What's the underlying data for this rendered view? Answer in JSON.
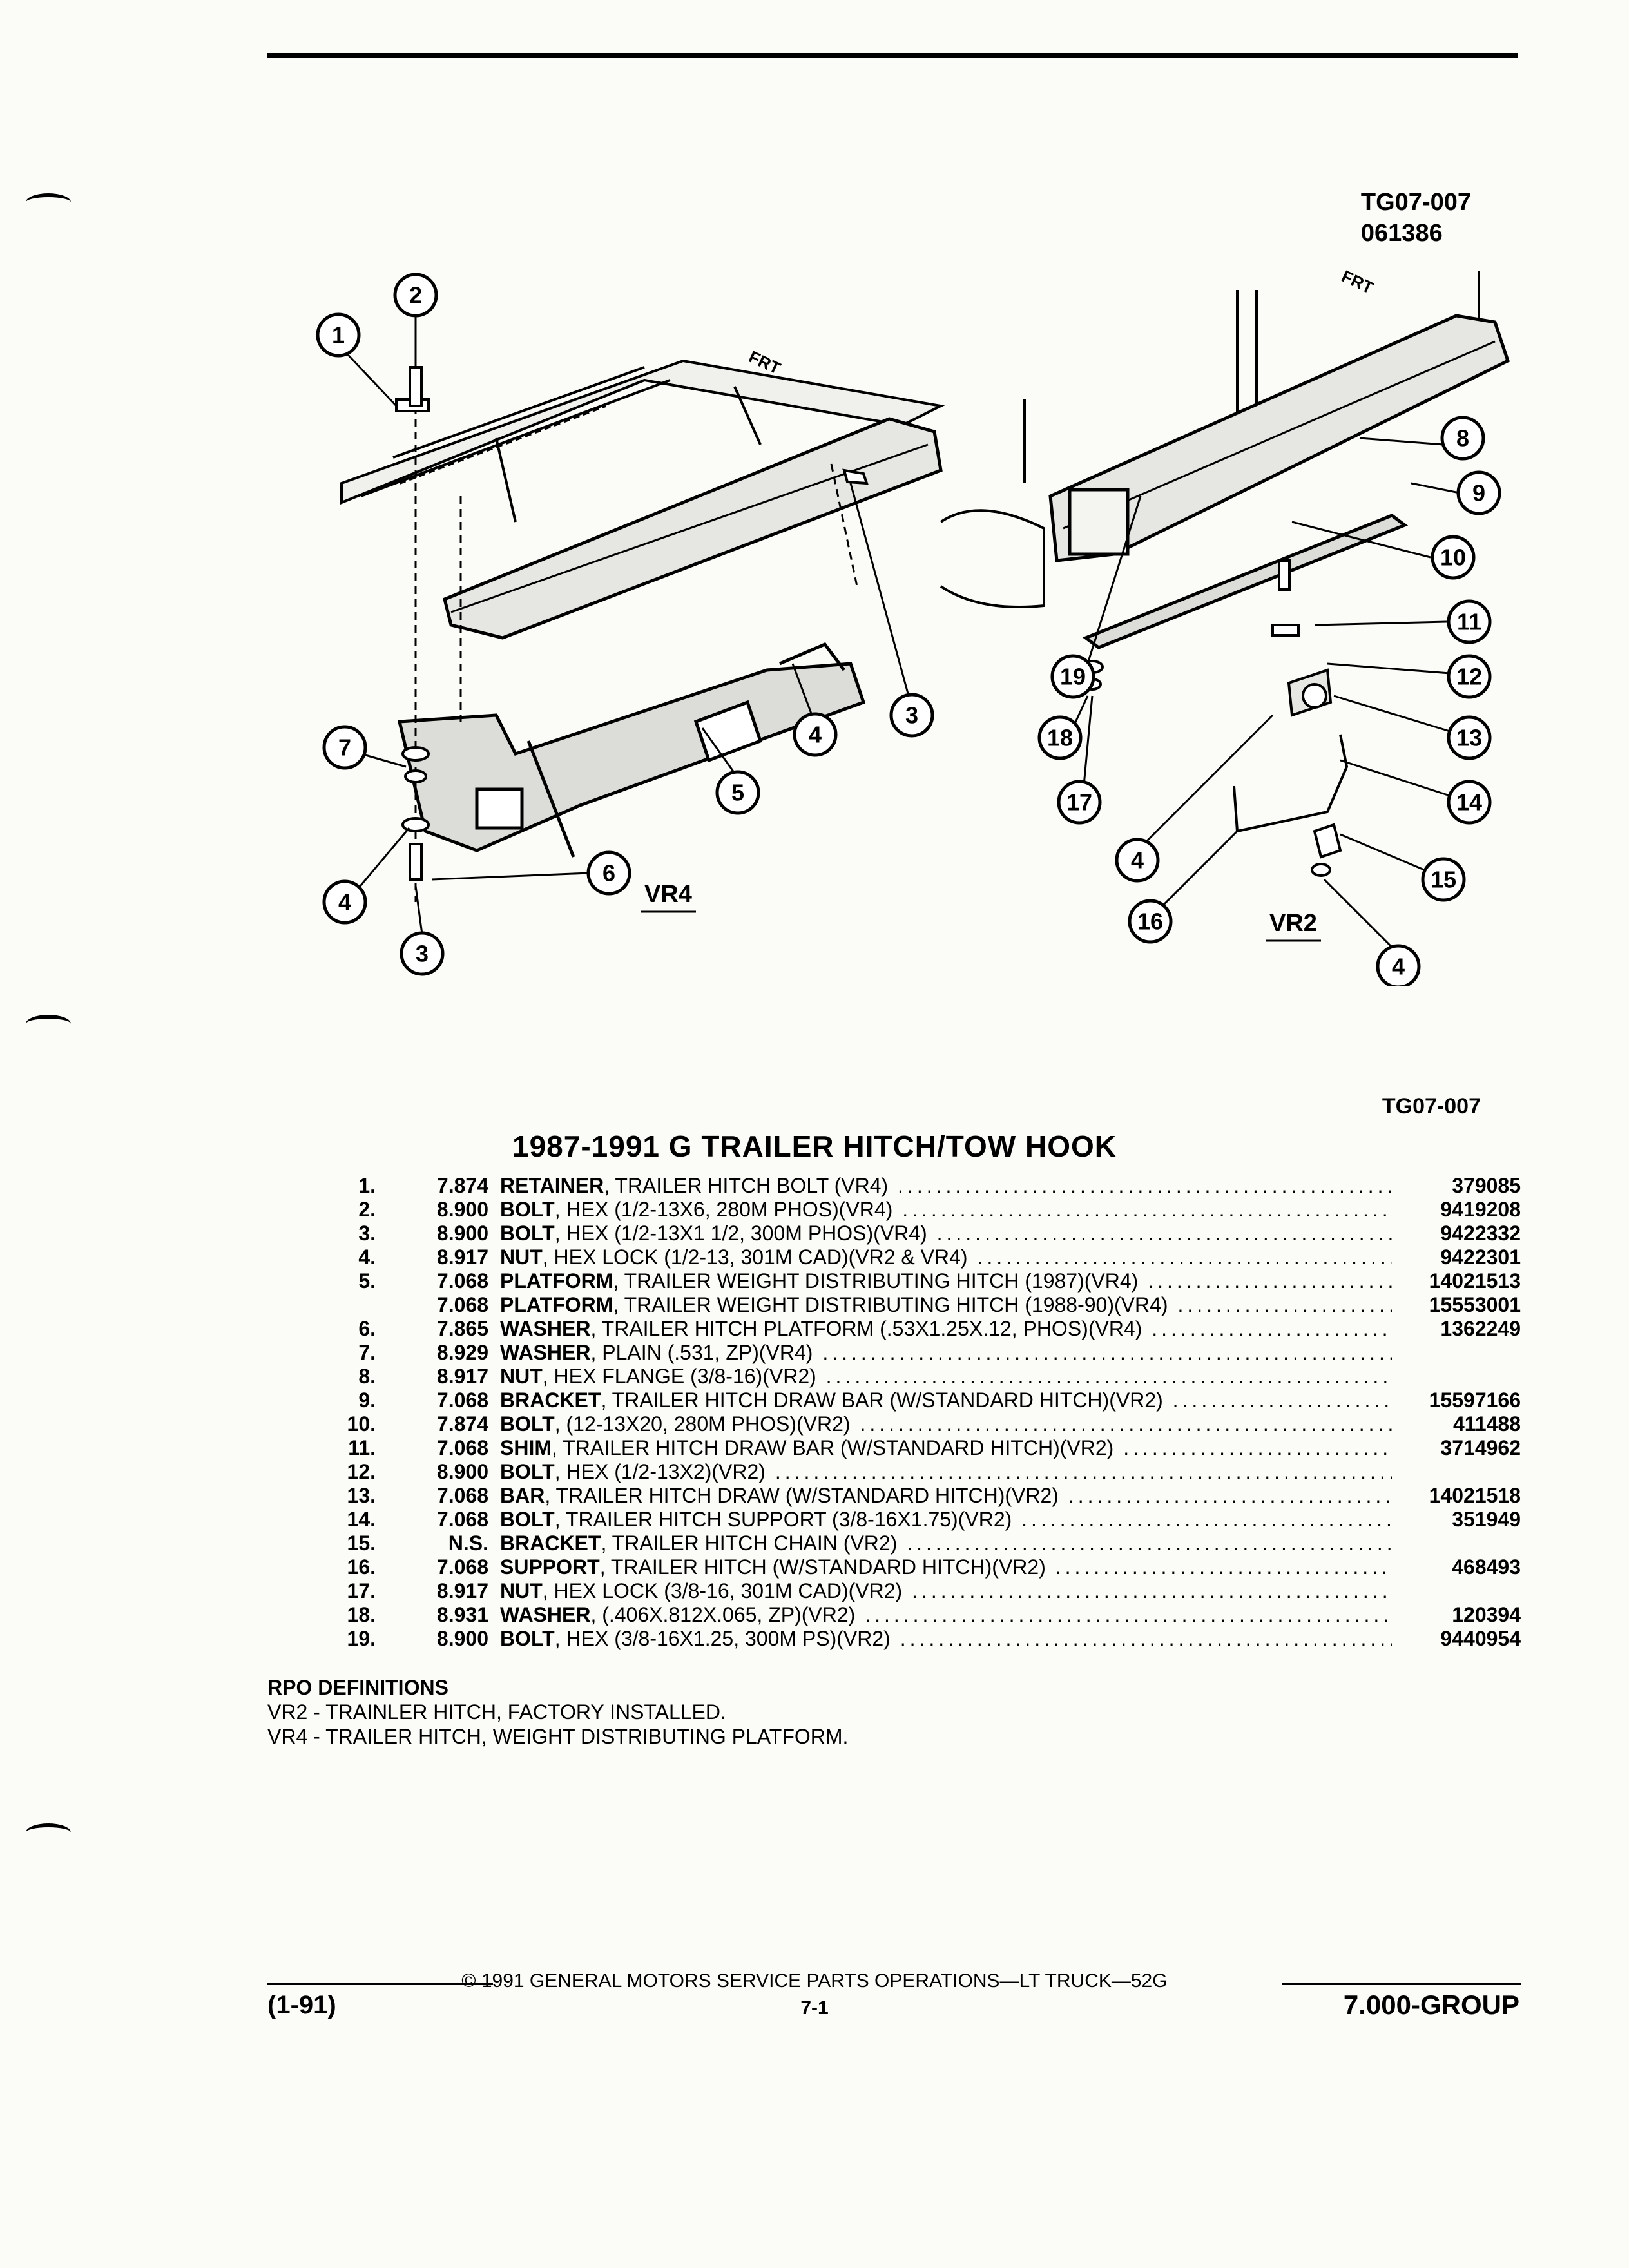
{
  "diagram_id": "TG07-007",
  "diagram_date": "061386",
  "figure_ref": "TG07-007",
  "title": "1987-1991 G TRAILER HITCH/TOW HOOK",
  "diagram_labels": {
    "vr4": "VR4",
    "vr2": "VR2",
    "frt": "FRT"
  },
  "parts": [
    {
      "num": "1.",
      "group": "7.874",
      "name": "RETAINER",
      "desc": ", TRAILER HITCH BOLT (VR4)",
      "part": "379085"
    },
    {
      "num": "2.",
      "group": "8.900",
      "name": "BOLT",
      "desc": ", HEX (1/2-13X6, 280M PHOS)(VR4)",
      "part": "9419208"
    },
    {
      "num": "3.",
      "group": "8.900",
      "name": "BOLT",
      "desc": ", HEX (1/2-13X1 1/2, 300M PHOS)(VR4)",
      "part": "9422332"
    },
    {
      "num": "4.",
      "group": "8.917",
      "name": "NUT",
      "desc": ", HEX LOCK (1/2-13, 301M CAD)(VR2 & VR4)",
      "part": "9422301"
    },
    {
      "num": "5.",
      "group": "7.068",
      "name": "PLATFORM",
      "desc": ", TRAILER WEIGHT DISTRIBUTING HITCH (1987)(VR4)",
      "part": "14021513"
    },
    {
      "num": "",
      "group": "7.068",
      "name": "PLATFORM",
      "desc": ", TRAILER WEIGHT DISTRIBUTING HITCH (1988-90)(VR4)",
      "part": "15553001"
    },
    {
      "num": "6.",
      "group": "7.865",
      "name": "WASHER",
      "desc": ", TRAILER HITCH PLATFORM (.53X1.25X.12, PHOS)(VR4)",
      "part": "1362249"
    },
    {
      "num": "7.",
      "group": "8.929",
      "name": "WASHER",
      "desc": ", PLAIN (.531, ZP)(VR4)",
      "part": ""
    },
    {
      "num": "8.",
      "group": "8.917",
      "name": "NUT",
      "desc": ", HEX FLANGE (3/8-16)(VR2)",
      "part": ""
    },
    {
      "num": "9.",
      "group": "7.068",
      "name": "BRACKET",
      "desc": ", TRAILER HITCH DRAW BAR (W/STANDARD HITCH)(VR2)",
      "part": "15597166"
    },
    {
      "num": "10.",
      "group": "7.874",
      "name": "BOLT",
      "desc": ", (12-13X20, 280M PHOS)(VR2)",
      "part": "411488"
    },
    {
      "num": "11.",
      "group": "7.068",
      "name": "SHIM",
      "desc": ", TRAILER HITCH DRAW BAR (W/STANDARD HITCH)(VR2)",
      "part": "3714962"
    },
    {
      "num": "12.",
      "group": "8.900",
      "name": "BOLT",
      "desc": ", HEX (1/2-13X2)(VR2)",
      "part": ""
    },
    {
      "num": "13.",
      "group": "7.068",
      "name": "BAR",
      "desc": ", TRAILER HITCH DRAW (W/STANDARD HITCH)(VR2)",
      "part": "14021518"
    },
    {
      "num": "14.",
      "group": "7.068",
      "name": "BOLT",
      "desc": ", TRAILER HITCH SUPPORT (3/8-16X1.75)(VR2)",
      "part": "351949"
    },
    {
      "num": "15.",
      "group": "N.S.",
      "name": "BRACKET",
      "desc": ", TRAILER HITCH CHAIN (VR2)",
      "part": ""
    },
    {
      "num": "16.",
      "group": "7.068",
      "name": "SUPPORT",
      "desc": ", TRAILER HITCH (W/STANDARD HITCH)(VR2)",
      "part": "468493"
    },
    {
      "num": "17.",
      "group": "8.917",
      "name": "NUT",
      "desc": ", HEX LOCK (3/8-16, 301M CAD)(VR2)",
      "part": ""
    },
    {
      "num": "18.",
      "group": "8.931",
      "name": "WASHER",
      "desc": ", (.406X.812X.065, ZP)(VR2)",
      "part": "120394"
    },
    {
      "num": "19.",
      "group": "8.900",
      "name": "BOLT",
      "desc": ", HEX (3/8-16X1.25, 300M PS)(VR2)",
      "part": "9440954"
    }
  ],
  "rpo": {
    "heading": "RPO DEFINITIONS",
    "vr2": "VR2 - TRAINLER HITCH, FACTORY INSTALLED.",
    "vr4": "VR4 - TRAILER HITCH, WEIGHT DISTRIBUTING PLATFORM."
  },
  "footer": {
    "copyright": "© 1991 GENERAL MOTORS SERVICE PARTS OPERATIONS—LT TRUCK—52G",
    "page": "7-1",
    "revision": "(1-91)",
    "group": "7.000-GROUP"
  }
}
